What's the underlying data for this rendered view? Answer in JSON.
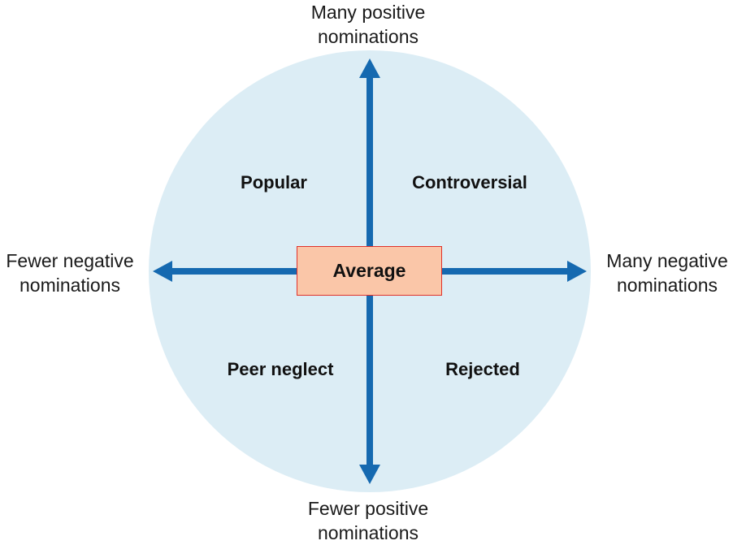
{
  "colors": {
    "circle_fill": "#dcedf5",
    "arrow": "#1569b0",
    "center_fill": "#fac6a8",
    "center_border": "#e0312a",
    "text": "#1a1a1a"
  },
  "axes": {
    "top": {
      "line1": "Many positive",
      "line2": "nominations"
    },
    "bottom": {
      "line1": "Fewer positive",
      "line2": "nominations"
    },
    "left": {
      "line1": "Fewer negative",
      "line2": "nominations"
    },
    "right": {
      "line1": "Many negative",
      "line2": "nominations"
    }
  },
  "quadrants": {
    "top_left": "Popular",
    "top_right": "Controversial",
    "bottom_left": "Peer neglect",
    "bottom_right": "Rejected"
  },
  "center": "Average"
}
